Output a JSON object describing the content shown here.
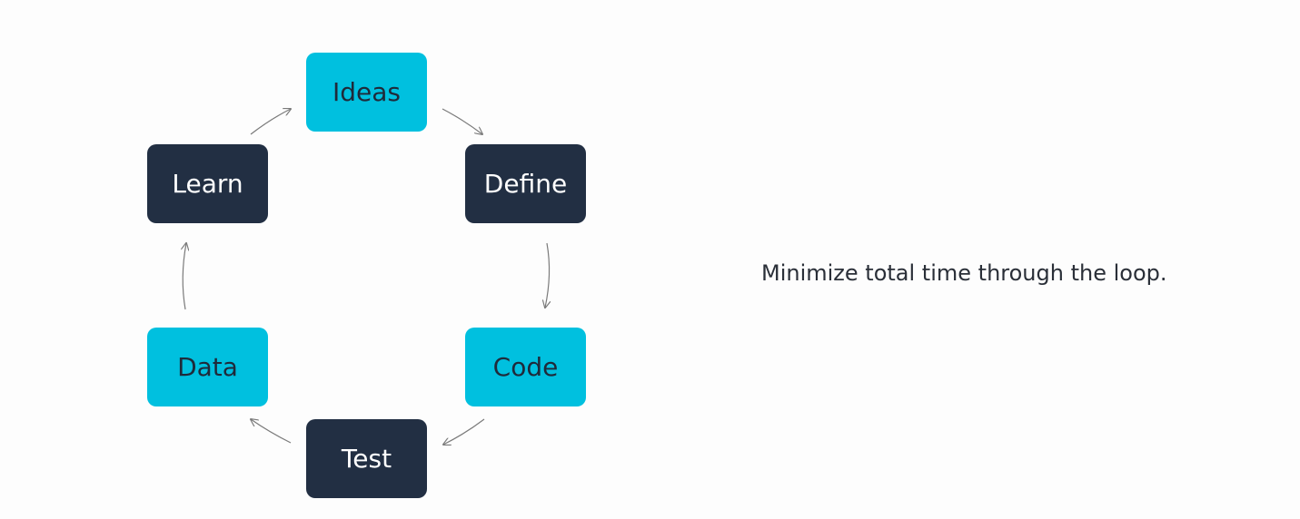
{
  "diagram": {
    "nodes": {
      "ideas": "Ideas",
      "define": "Define",
      "code": "Code",
      "test": "Test",
      "data": "Data",
      "learn": "Learn"
    },
    "caption": "Minimize total time through the loop.",
    "colors": {
      "cyan_node": "#00c0df",
      "dark_node": "#222f43",
      "arrow": "#7a7a7a"
    }
  }
}
